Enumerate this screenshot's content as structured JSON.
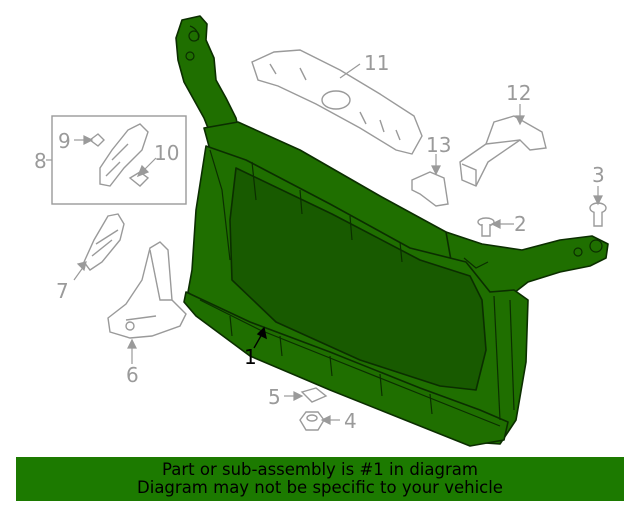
{
  "colors": {
    "highlight": "#1f6f00",
    "highlight_dark": "#0b2e00",
    "part_line": "#9a9a9a",
    "banner_bg": "#1c7a00",
    "banner_text": "#000000"
  },
  "callouts": {
    "c1": "1",
    "c2": "2",
    "c3": "3",
    "c4": "4",
    "c5": "5",
    "c6": "6",
    "c7": "7",
    "c8": "8",
    "c9": "9",
    "c10": "10",
    "c11": "11",
    "c12": "12",
    "c13": "13"
  },
  "highlighted_part": "1",
  "banner": {
    "line1": "Part or sub-assembly is #1 in diagram",
    "line2": "Diagram may not be specific to your vehicle"
  }
}
